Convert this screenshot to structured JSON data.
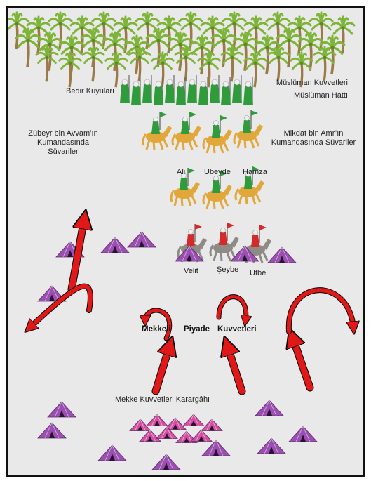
{
  "labels": {
    "bedir_kuyulari": "Bedir Kuyuları",
    "muslim_forces_line1": "Müslüman Kuvvetleri",
    "muslim_forces_line2": "Müslüman Hattı",
    "zubeyr_line1": "Zübeyr bin Avvam’ın",
    "zubeyr_line2": "Kumandasında",
    "zubeyr_line3": "Süvariler",
    "mikdat_line1": "Mikdat bin Amr’ın",
    "mikdat_line2": "Kumandasında Süvariler",
    "ali": "Ali",
    "ubeyde": "Ubeyde",
    "hamza": "Hamza",
    "velit": "Velit",
    "seybe": "Şeybe",
    "utbe": "Utbe",
    "mekkeli": "Mekkeli",
    "piyade": "Piyade",
    "kuvvetleri": "Kuvvetleri",
    "mekke_karargah": "Mekke Kuvvetleri Karargâhı"
  },
  "colors": {
    "background": "#e9e9e9",
    "frame": "#111111",
    "muslim_green": "#2f9b3a",
    "meccan_red": "#d42a2a",
    "horse_tan": "#e2a73a",
    "horse_gray": "#8e8a86",
    "tent_purple": "#9b4fb0",
    "tent_pink": "#d54ea0",
    "arrow_red": "#e01818",
    "palm_trunk": "#9b7a47",
    "palm_leaf": "#7fb43a"
  },
  "icons": [
    "palm-tree-icon",
    "muslim-soldier-icon",
    "muslim-cavalry-icon",
    "meccan-cavalry-icon",
    "tent-icon",
    "headquarters-tent-icon",
    "red-arrow-icon"
  ]
}
